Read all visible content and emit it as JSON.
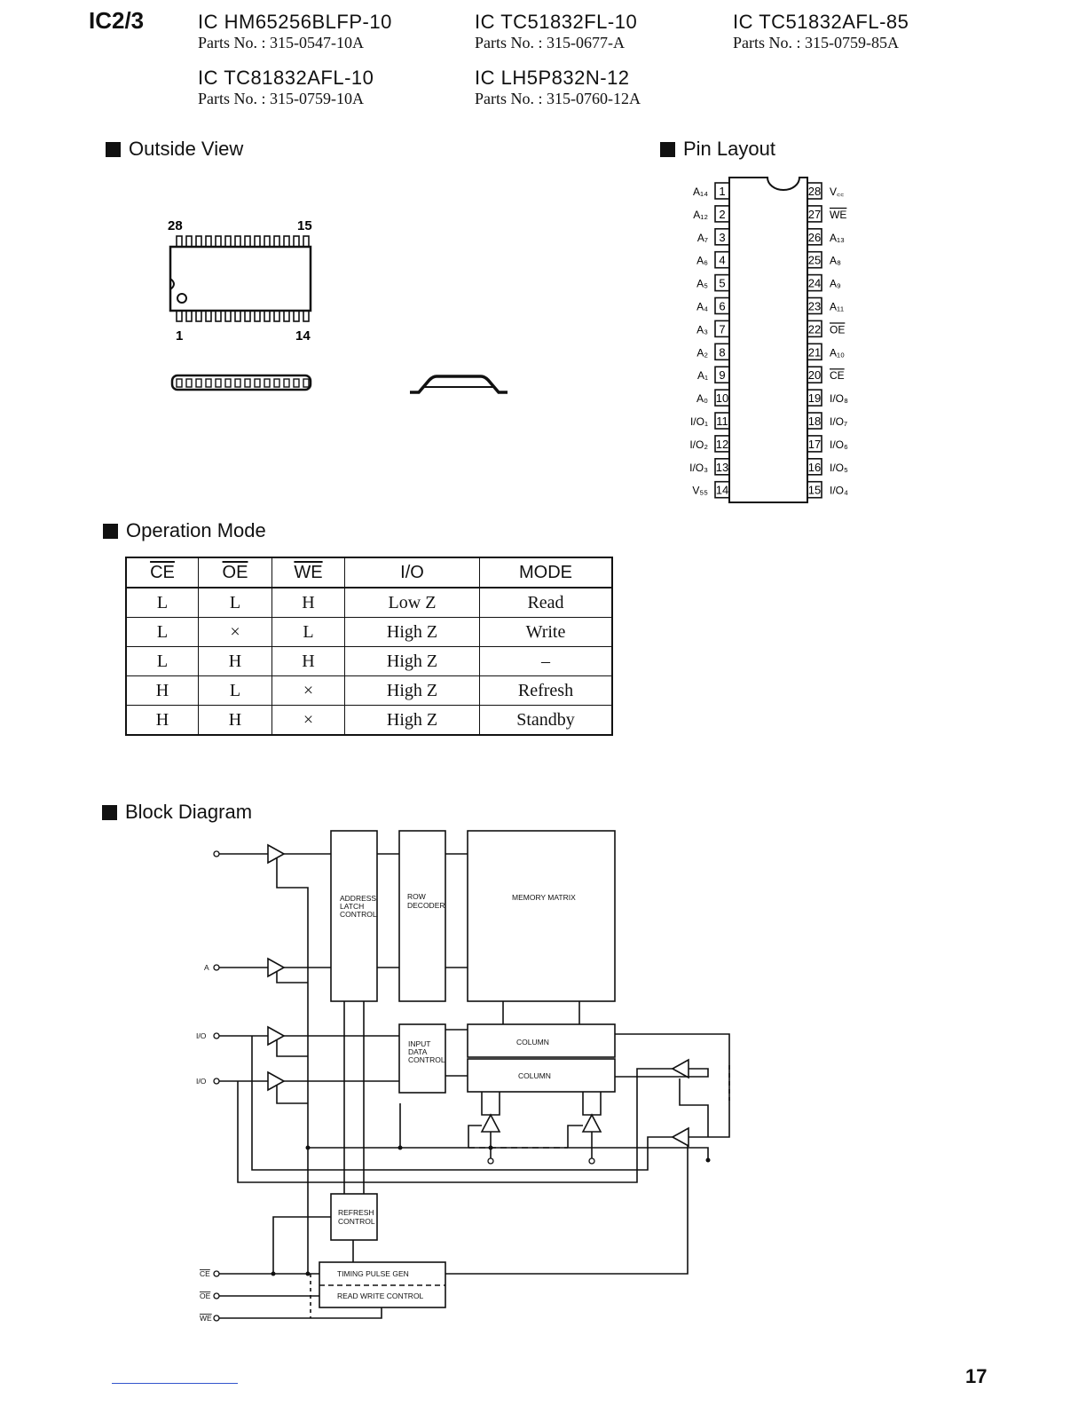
{
  "reference": "IC2/3",
  "parts": [
    {
      "ic": "IC HM65256BLFP-10",
      "parts_no": "Parts No. :  315-0547-10A"
    },
    {
      "ic": "IC TC51832FL-10",
      "parts_no": "Parts No. :  315-0677-A"
    },
    {
      "ic": "IC TC51832AFL-85",
      "parts_no": "Parts No. :  315-0759-85A"
    },
    {
      "ic": "IC TC81832AFL-10",
      "parts_no": "Parts No. :  315-0759-10A"
    },
    {
      "ic": "IC LH5P832N-12",
      "parts_no": "Parts No. :  315-0760-12A"
    }
  ],
  "sections": {
    "outside_view": "Outside View",
    "pin_layout": "Pin Layout",
    "operation_mode": "Operation Mode",
    "block_diagram": "Block Diagram"
  },
  "outside_view_labels": {
    "top_left": "28",
    "top_right": "15",
    "bottom_left": "1",
    "bottom_right": "14"
  },
  "pin_layout": {
    "left": [
      {
        "num": "1",
        "name": "A₁₄"
      },
      {
        "num": "2",
        "name": "A₁₂"
      },
      {
        "num": "3",
        "name": "A₇"
      },
      {
        "num": "4",
        "name": "A₆"
      },
      {
        "num": "5",
        "name": "A₅"
      },
      {
        "num": "6",
        "name": "A₄"
      },
      {
        "num": "7",
        "name": "A₃"
      },
      {
        "num": "8",
        "name": "A₂"
      },
      {
        "num": "9",
        "name": "A₁"
      },
      {
        "num": "10",
        "name": "A₀"
      },
      {
        "num": "11",
        "name": "I/O₁"
      },
      {
        "num": "12",
        "name": "I/O₂"
      },
      {
        "num": "13",
        "name": "I/O₃"
      },
      {
        "num": "14",
        "name": "V₅₅"
      }
    ],
    "right": [
      {
        "num": "28",
        "name": "V꜀꜀"
      },
      {
        "num": "27",
        "name": "WE"
      },
      {
        "num": "26",
        "name": "A₁₃"
      },
      {
        "num": "25",
        "name": "A₈"
      },
      {
        "num": "24",
        "name": "A₉"
      },
      {
        "num": "23",
        "name": "A₁₁"
      },
      {
        "num": "22",
        "name": "OE"
      },
      {
        "num": "21",
        "name": "A₁₀"
      },
      {
        "num": "20",
        "name": "CE"
      },
      {
        "num": "19",
        "name": "I/O₈"
      },
      {
        "num": "18",
        "name": "I/O₇"
      },
      {
        "num": "17",
        "name": "I/O₆"
      },
      {
        "num": "16",
        "name": "I/O₅"
      },
      {
        "num": "15",
        "name": "I/O₄"
      }
    ]
  },
  "operation_mode": {
    "headers": [
      "CE",
      "OE",
      "WE",
      "I/O",
      "MODE"
    ],
    "rows": [
      [
        "L",
        "L",
        "H",
        "Low Z",
        "Read"
      ],
      [
        "L",
        "×",
        "L",
        "High Z",
        "Write"
      ],
      [
        "L",
        "H",
        "H",
        "High Z",
        "–"
      ],
      [
        "H",
        "L",
        "×",
        "High Z",
        "Refresh"
      ],
      [
        "H",
        "H",
        "×",
        "High Z",
        "Standby"
      ]
    ]
  },
  "block_diagram": {
    "address_latch": [
      "ADDRESS",
      "LATCH",
      "CONTROL"
    ],
    "row_decoder": [
      "ROW",
      "DECODER"
    ],
    "memory_matrix": "MEMORY MATRIX",
    "input_data": [
      "INPUT",
      "DATA",
      "CONTROL"
    ],
    "column1": "COLUMN",
    "column2": "COLUMN",
    "refresh": [
      "REFRESH",
      "CONTROL"
    ],
    "timing": "TIMING PULSE GEN",
    "rw": "READ WRITE CONTROL",
    "pin_a": "A",
    "pin_io1": "I/O",
    "pin_io2": "I/O",
    "pin_ce": "CE",
    "pin_oe": "OE",
    "pin_we": "WE"
  },
  "page_number": "17"
}
